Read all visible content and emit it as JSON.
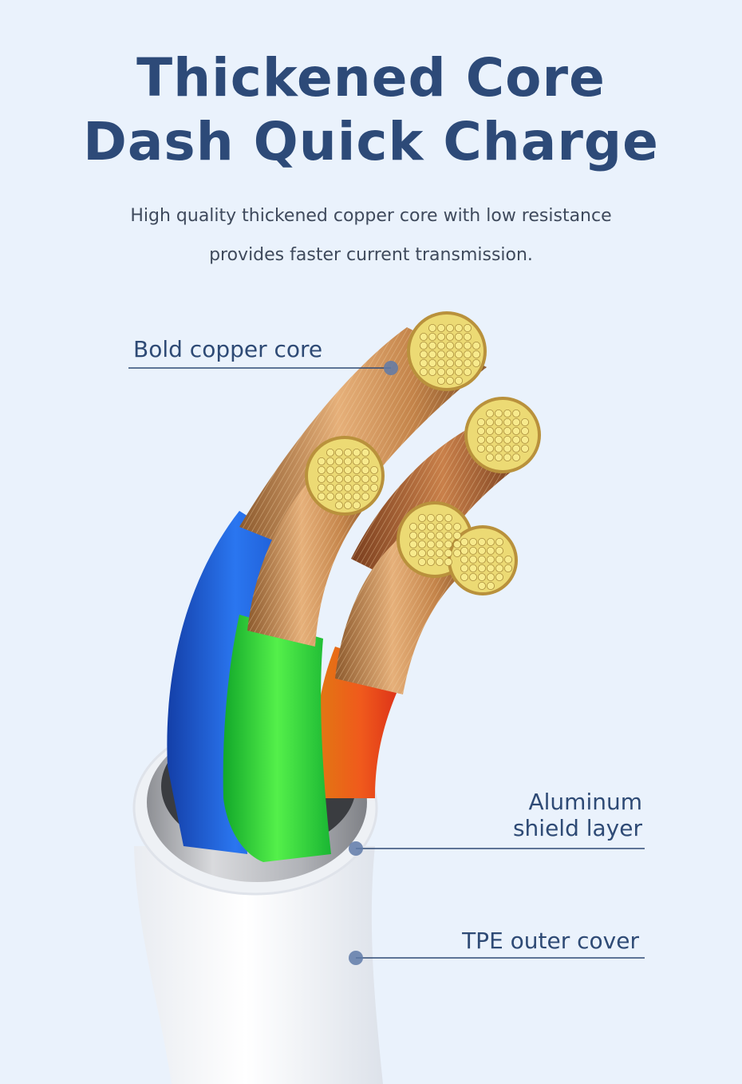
{
  "header": {
    "title_line1": "Thickened Core",
    "title_line2": "Dash Quick Charge",
    "description_line1": "High quality thickened copper core with low resistance",
    "description_line2": "provides faster current transmission."
  },
  "callouts": {
    "copper_core": "Bold copper core",
    "shield_line1": "Aluminum",
    "shield_line2": "shield layer",
    "outer_cover": "TPE outer cover"
  },
  "colors": {
    "background": "#eaf2fc",
    "title": "#2d4a78",
    "label": "#2e4a75",
    "wire_blue": "#1f63d6",
    "wire_green": "#2ed63a",
    "wire_red": "#e8381c",
    "copper": "#c98a4c",
    "strand_tips": "#f2e27a",
    "shield": "#a8a8a8",
    "jacket": "#f7f8fa"
  }
}
